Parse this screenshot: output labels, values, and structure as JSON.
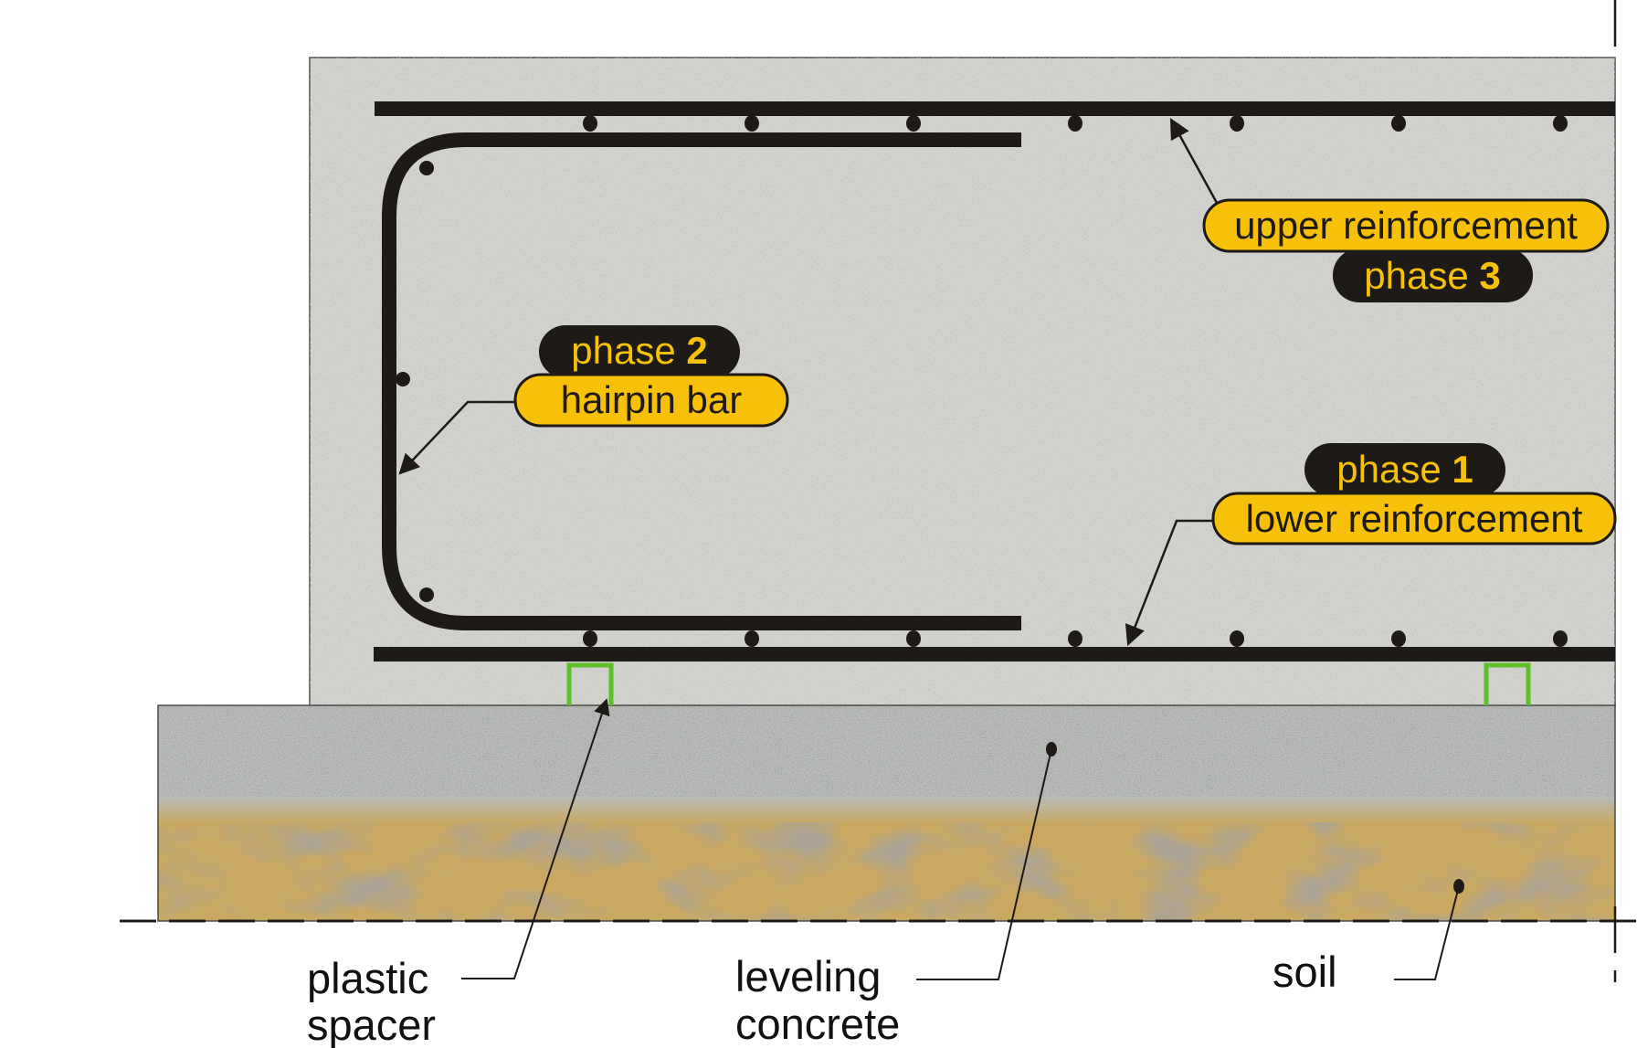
{
  "diagram": {
    "type": "reinforced concrete foundation cross-section",
    "colors": {
      "slab_concrete": "#d3d3ce",
      "leveling_concrete": "#b8bbb7",
      "soil_light": "#c9a862",
      "soil_dark": "#7c6b53",
      "rebar": "#1e1a18",
      "spacer": "#5fbf2a",
      "label_yellow": "#f7c10a",
      "label_black": "#1e1a18",
      "outline": "#4a4a4a"
    },
    "callouts": {
      "upper": {
        "label": "upper reinforcement",
        "phase_word": "phase",
        "phase_number": "3"
      },
      "hairpin": {
        "label": "hairpin bar",
        "phase_word": "phase",
        "phase_number": "2"
      },
      "lower": {
        "label": "lower reinforcement",
        "phase_word": "phase",
        "phase_number": "1"
      }
    },
    "ground_labels": {
      "spacer": {
        "line1": "plastic",
        "line2": "spacer"
      },
      "leveling": {
        "line1": "leveling",
        "line2": "concrete"
      },
      "soil": {
        "line1": "soil"
      }
    },
    "distribution_bars": {
      "upper_count": 7,
      "lower_count": 7,
      "hairpin_count": 3
    },
    "spacer_count": 2
  }
}
